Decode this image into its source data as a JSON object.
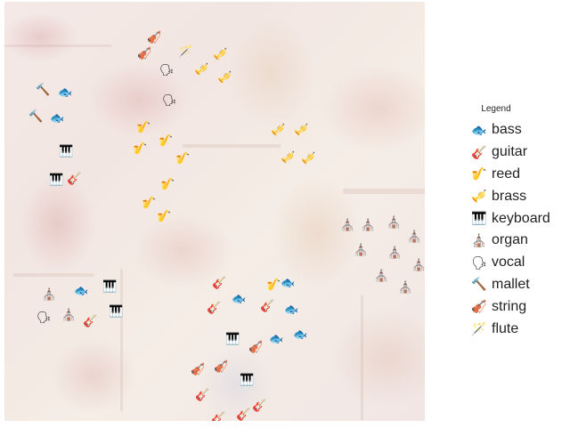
{
  "chart_data": {
    "type": "scatter",
    "title": "",
    "xlabel": "",
    "ylabel": "",
    "grid": false,
    "axes_visible": false,
    "background": "faded collage of musical instruments",
    "legend_position": "right",
    "coordinate_space": "pixel (x right, y down), plot area approx 5-477 x 2-473",
    "series": [
      {
        "name": "bass",
        "icon": "🐟",
        "points": [
          [
            73,
            104
          ],
          [
            64,
            133
          ],
          [
            91,
            327
          ],
          [
            268,
            336
          ],
          [
            323,
            318
          ],
          [
            327,
            348
          ],
          [
            310,
            381
          ],
          [
            337,
            376
          ]
        ]
      },
      {
        "name": "guitar",
        "icon": "🎸",
        "points": [
          [
            83,
            201
          ],
          [
            101,
            361
          ],
          [
            246,
            318
          ],
          [
            240,
            346
          ],
          [
            300,
            344
          ],
          [
            227,
            444
          ],
          [
            245,
            470
          ],
          [
            273,
            466
          ],
          [
            291,
            456
          ]
        ]
      },
      {
        "name": "reed",
        "icon": "🎷",
        "points": [
          [
            161,
            143
          ],
          [
            186,
            158
          ],
          [
            157,
            167
          ],
          [
            205,
            178
          ],
          [
            188,
            207
          ],
          [
            167,
            228
          ],
          [
            184,
            243
          ],
          [
            307,
            320
          ]
        ]
      },
      {
        "name": "brass",
        "icon": "🎺",
        "points": [
          [
            247,
            61
          ],
          [
            226,
            78
          ],
          [
            252,
            87
          ],
          [
            312,
            146
          ],
          [
            338,
            146
          ],
          [
            323,
            177
          ],
          [
            346,
            178
          ]
        ]
      },
      {
        "name": "keyboard",
        "icon": "🎹",
        "points": [
          [
            74,
            170
          ],
          [
            63,
            202
          ],
          [
            123,
            322
          ],
          [
            130,
            350
          ],
          [
            261,
            381
          ],
          [
            277,
            427
          ]
        ]
      },
      {
        "name": "organ",
        "icon": "⛪",
        "points": [
          [
            390,
            253
          ],
          [
            413,
            253
          ],
          [
            442,
            250
          ],
          [
            465,
            266
          ],
          [
            405,
            281
          ],
          [
            443,
            284
          ],
          [
            470,
            298
          ],
          [
            428,
            310
          ],
          [
            455,
            323
          ],
          [
            55,
            331
          ],
          [
            77,
            354
          ]
        ]
      },
      {
        "name": "vocal",
        "icon": "🗣",
        "points": [
          [
            187,
            79
          ],
          [
            190,
            113
          ],
          [
            49,
            357
          ]
        ]
      },
      {
        "name": "mallet",
        "icon": "🔨",
        "points": [
          [
            48,
            101
          ],
          [
            40,
            131
          ]
        ]
      },
      {
        "name": "string",
        "icon": "🎻",
        "points": [
          [
            173,
            42
          ],
          [
            162,
            60
          ],
          [
            287,
            390
          ],
          [
            222,
            415
          ],
          [
            248,
            412
          ]
        ]
      },
      {
        "name": "flute",
        "icon": "🪄",
        "points": [
          [
            208,
            58
          ]
        ]
      }
    ]
  },
  "legend": {
    "title": "Legend",
    "items": [
      {
        "label": "bass",
        "icon": "🐟"
      },
      {
        "label": "guitar",
        "icon": "🎸"
      },
      {
        "label": "reed",
        "icon": "🎷"
      },
      {
        "label": "brass",
        "icon": "🎺"
      },
      {
        "label": "keyboard",
        "icon": "🎹"
      },
      {
        "label": "organ",
        "icon": "⛪"
      },
      {
        "label": "vocal",
        "icon": "🗣"
      },
      {
        "label": "mallet",
        "icon": "🔨"
      },
      {
        "label": "string",
        "icon": "🎻"
      },
      {
        "label": "flute",
        "icon": "🪄"
      }
    ]
  }
}
